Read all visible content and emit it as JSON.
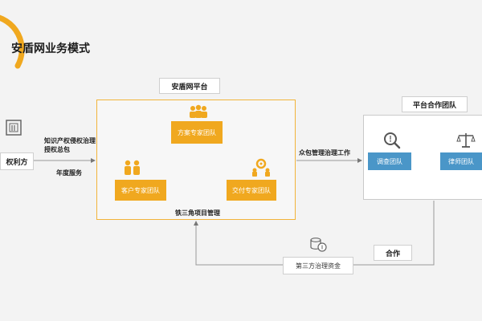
{
  "title": "安盾网业务模式",
  "platform": {
    "label": "安盾网平台",
    "teams": {
      "solution": "方案专家团队",
      "customer": "客户专家团队",
      "delivery": "交付专家团队"
    },
    "iron_triangle": "铁三角项目管理"
  },
  "rights_holder": "权利方",
  "left_flow": {
    "line1": "知识产权侵权治理",
    "line2": "授权总包",
    "annual": "年度服务"
  },
  "crowdsource": "众包管理治理工作",
  "partners": {
    "label": "平台合作团队",
    "investigation": "调查团队",
    "lawyer": "律师团队"
  },
  "funding": "第三方治理资金",
  "cooperation": "合作",
  "colors": {
    "orange": "#f0a81f",
    "blue": "#4a96c8"
  },
  "icons": [
    "logo-arc-icon",
    "rights-holder-icon",
    "people-group-icon",
    "two-people-icon",
    "gear-people-icon",
    "magnifier-icon",
    "scales-icon",
    "coins-icon"
  ]
}
